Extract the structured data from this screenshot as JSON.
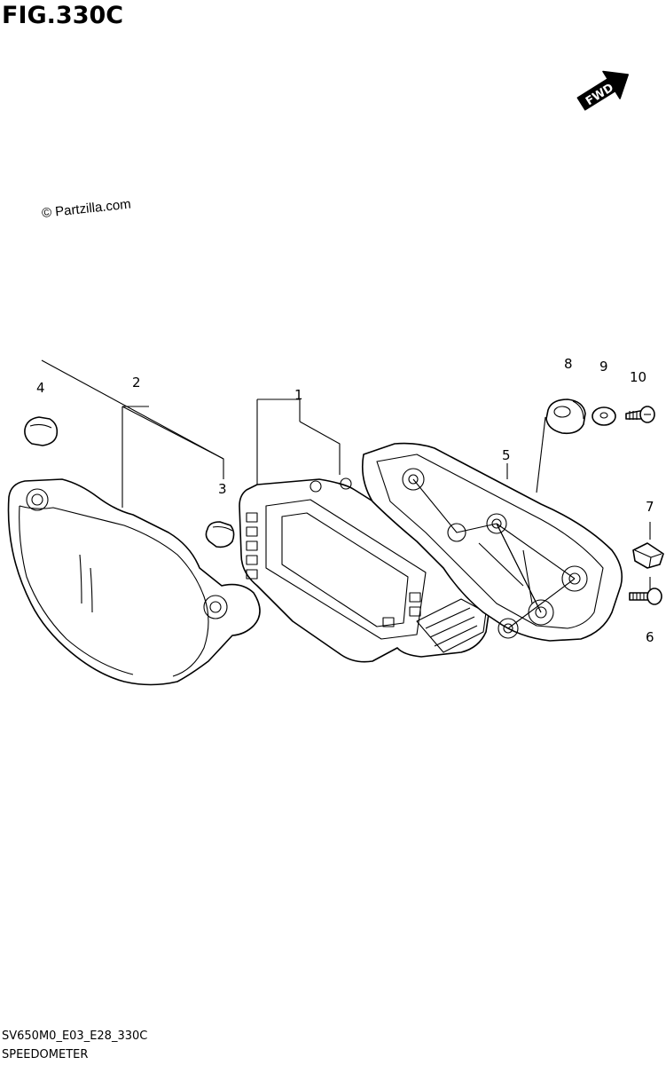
{
  "figure": {
    "title": "FIG.330C",
    "watermark": "© Partzilla.com",
    "diagram_code": "SV650M0_E03_E28_330C",
    "diagram_name": "SPEEDOMETER",
    "direction_badge": "FWD"
  },
  "callouts": [
    {
      "id": "1",
      "label": "1"
    },
    {
      "id": "2",
      "label": "2"
    },
    {
      "id": "3",
      "label": "3"
    },
    {
      "id": "4",
      "label": "4"
    },
    {
      "id": "5",
      "label": "5"
    },
    {
      "id": "6",
      "label": "6"
    },
    {
      "id": "7",
      "label": "7"
    },
    {
      "id": "8",
      "label": "8"
    },
    {
      "id": "9",
      "label": "9"
    },
    {
      "id": "10",
      "label": "10"
    }
  ],
  "icons": {
    "direction": "forward-arrow-icon",
    "copyright": "copyright-icon"
  }
}
